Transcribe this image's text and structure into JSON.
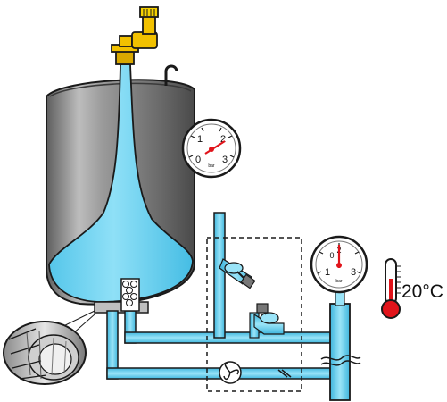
{
  "gauge_tank": {
    "marks": [
      "0",
      "1",
      "2",
      "3"
    ],
    "unit": "bar"
  },
  "gauge_pipe": {
    "marks": [
      "0",
      "1",
      "2",
      "3"
    ],
    "unit": "bar"
  },
  "thermometer": {
    "reading": "20°C"
  },
  "colors": {
    "water": "#6fd3f1",
    "water_dark": "#3fb3da",
    "tank_body": "#7f7f7f",
    "tank_highlight": "#d4d4d4",
    "valve_yellow": "#f2c100",
    "thermo_red": "#e1141b",
    "outline": "#1a1a1a"
  }
}
